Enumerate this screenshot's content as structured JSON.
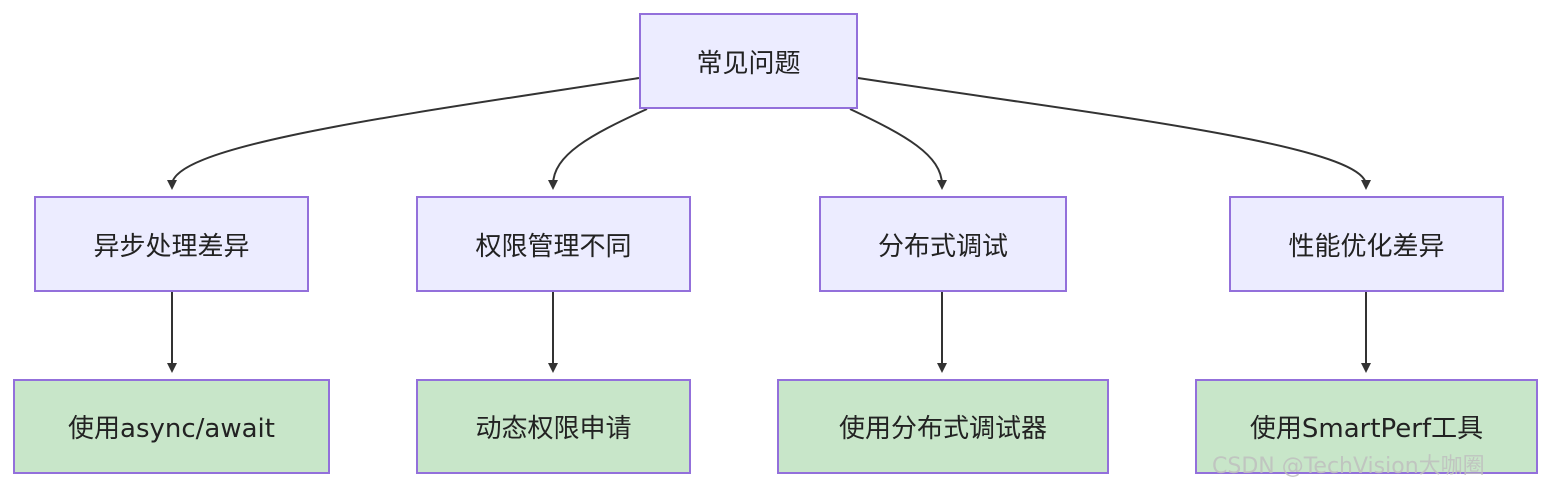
{
  "root": {
    "label": "常见问题"
  },
  "issues": [
    {
      "label": "异步处理差异"
    },
    {
      "label": "权限管理不同"
    },
    {
      "label": "分布式调试"
    },
    {
      "label": "性能优化差异"
    }
  ],
  "solutions": [
    {
      "label": "使用async/await"
    },
    {
      "label": "动态权限申请"
    },
    {
      "label": "使用分布式调试器"
    },
    {
      "label": "使用SmartPerf工具"
    }
  ],
  "colors": {
    "node_fill": "#ECECFF",
    "node_border": "#9370DB",
    "solution_fill": "#C8E6C9",
    "edge": "#333333"
  },
  "watermark": "CSDN @TechVision大咖圈"
}
